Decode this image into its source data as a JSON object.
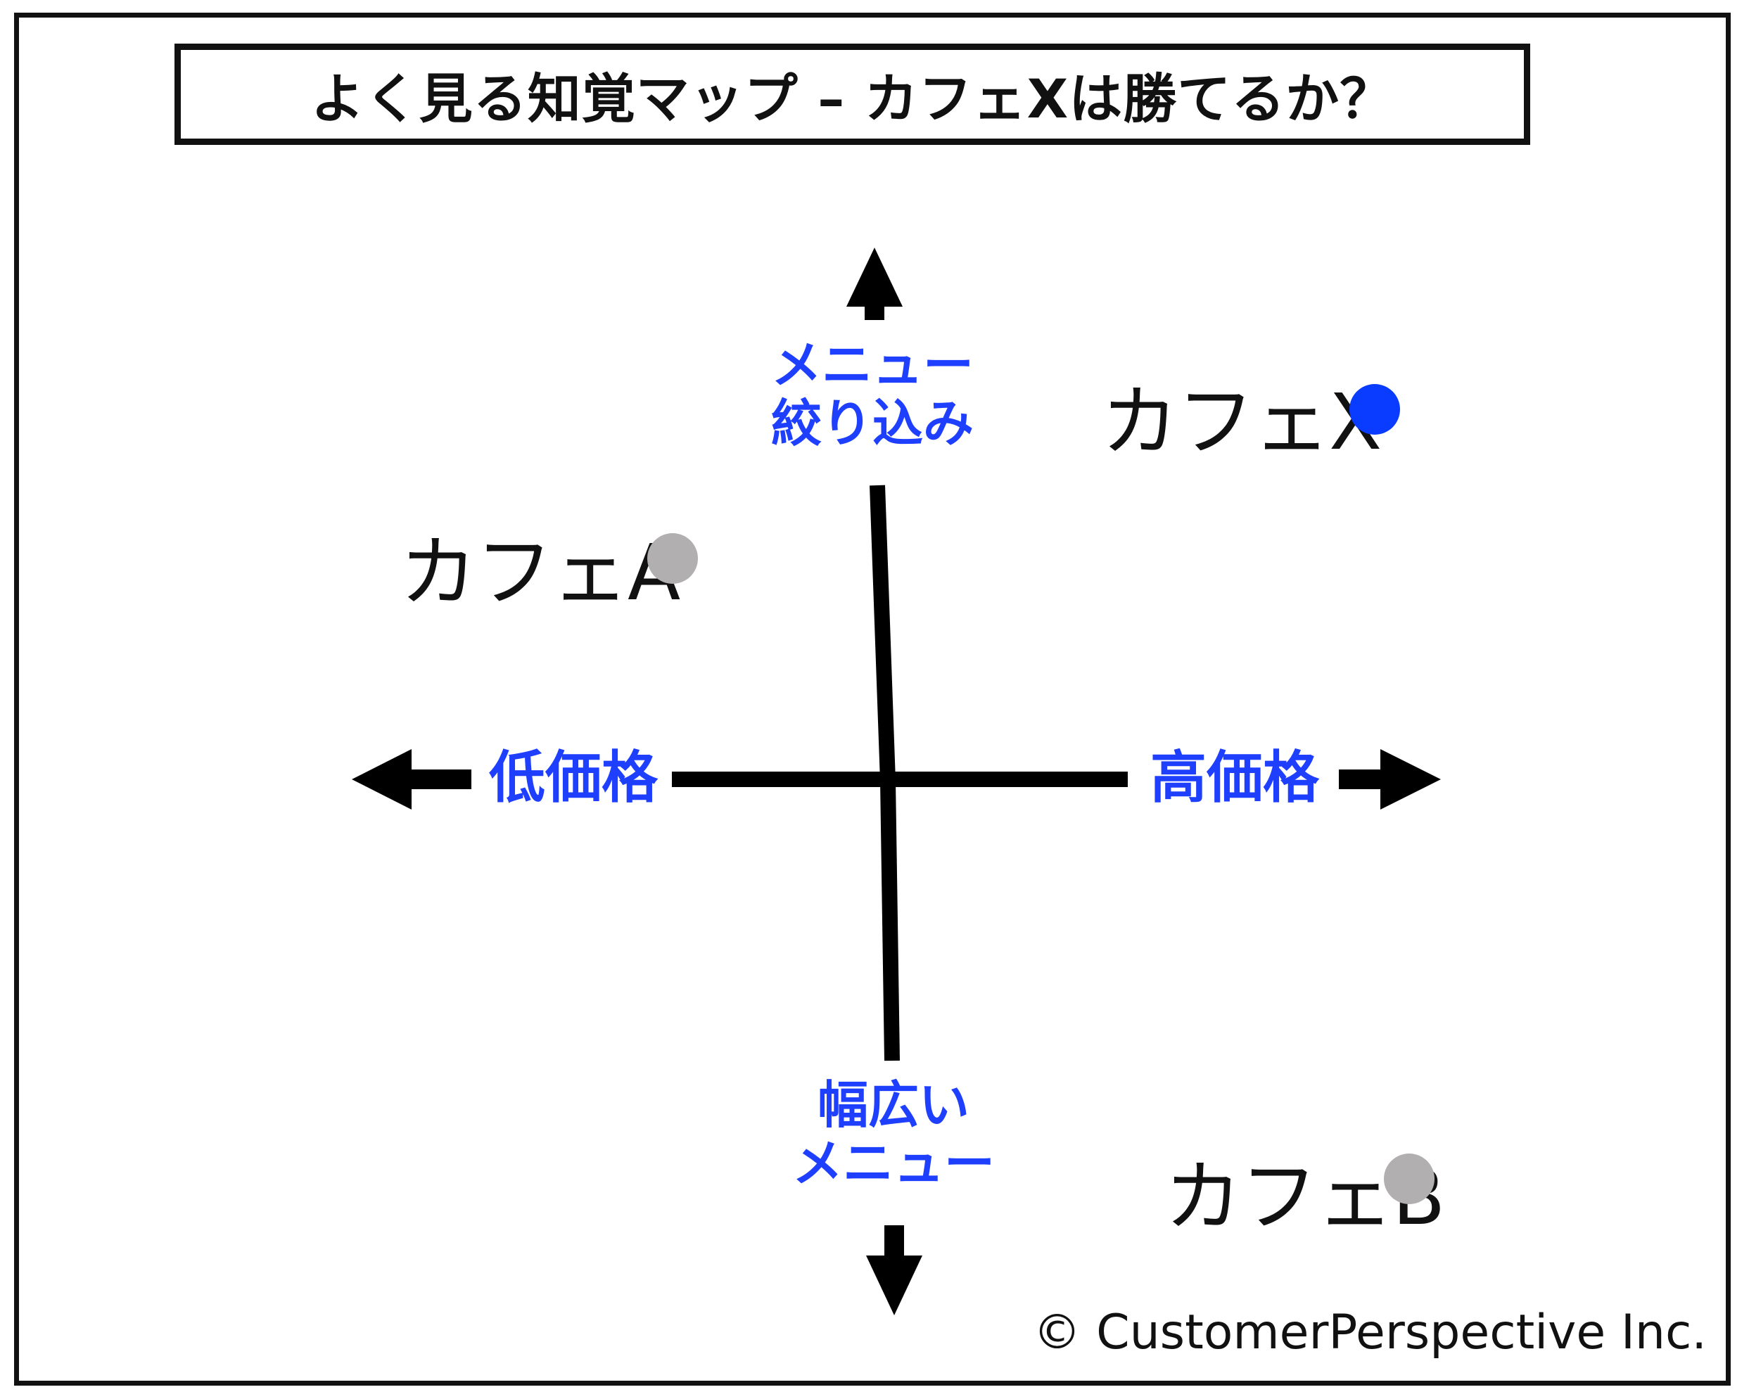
{
  "title": "よく見る知覚マップ – カフェXは勝てるか？",
  "axes": {
    "top": [
      "メニュー",
      "絞り込み"
    ],
    "bottom": [
      "幅広い",
      "メニュー"
    ],
    "left": "低価格",
    "right": "高価格"
  },
  "cafes": [
    {
      "name": "カフェX",
      "color": "#0a3cff"
    },
    {
      "name": "カフェA",
      "color": "#b1afaf"
    },
    {
      "name": "カフェB",
      "color": "#b1afaf"
    }
  ],
  "copyright": "© CustomerPerspective Inc.",
  "colors": {
    "axis_label": "#1f3fff",
    "line": "#000000"
  }
}
